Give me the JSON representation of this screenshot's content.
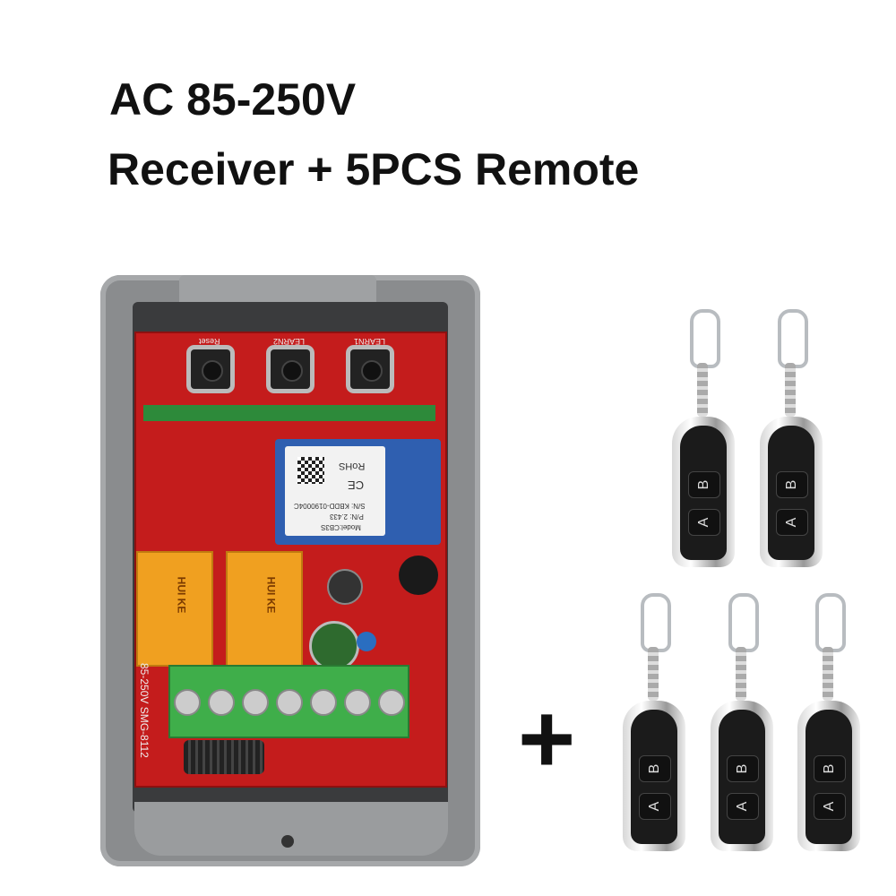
{
  "title": {
    "line1": "AC 85-250V",
    "line2": "Receiver + 5PCS Remote"
  },
  "plus": "+",
  "receiver": {
    "button_labels": [
      "Reset",
      "LEARN2",
      "LEARN1"
    ],
    "module": {
      "rohs": "RoHS",
      "ce": "CE",
      "model": "Model:CB3S",
      "pn": "P/N: 2.433",
      "sn": "S/N: KBDD-0190004C"
    },
    "relay_label": "HUI KE",
    "voltage_label": "85-250V SMG-8112"
  },
  "remote": {
    "count": 5,
    "key_b": "B",
    "key_a": "A"
  },
  "colors": {
    "pcb": "#c41c1c",
    "enclosure": "#8a8c8e",
    "terminal": "#3fae4a",
    "relay": "#f0a020",
    "module": "#2f5fb0"
  }
}
